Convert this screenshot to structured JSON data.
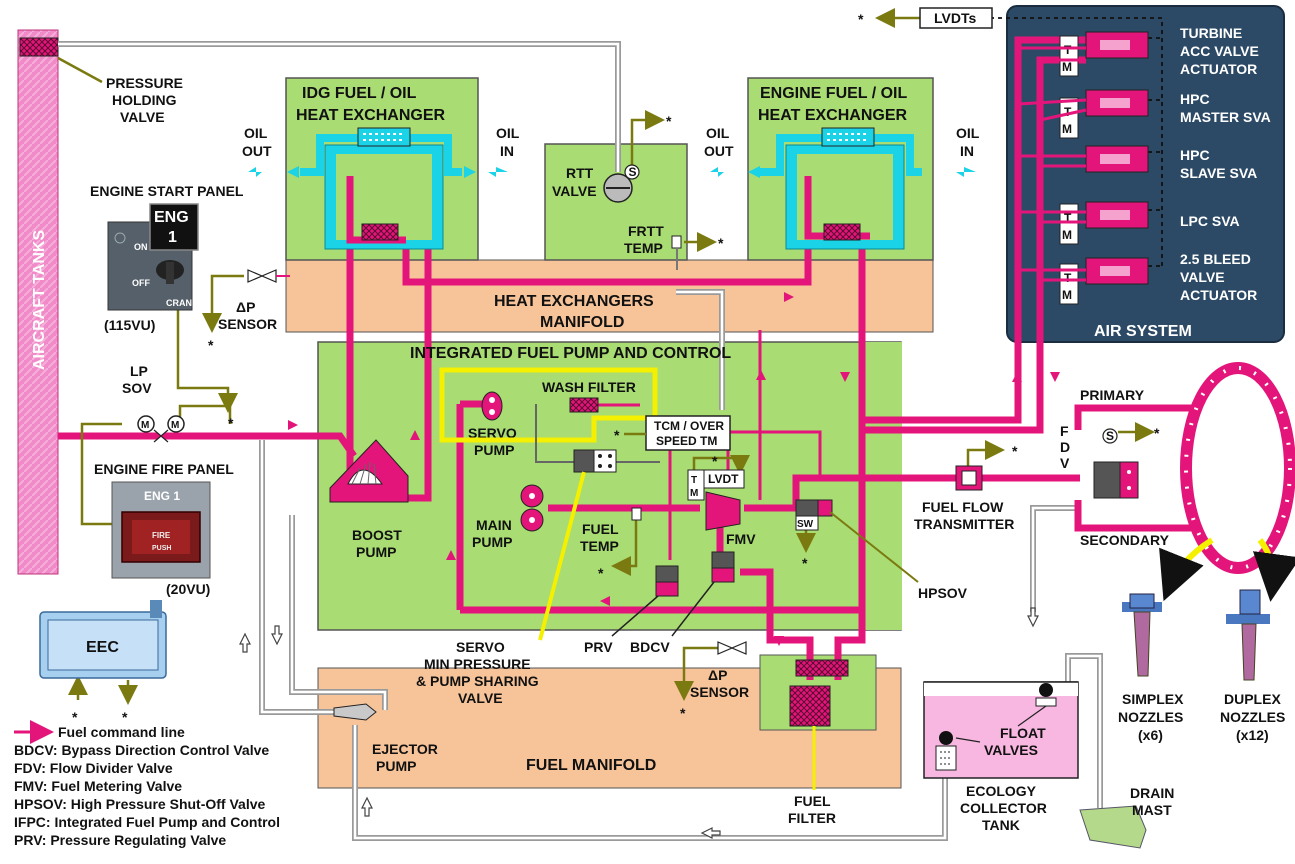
{
  "labels": {
    "aircraft_tanks": "AIRCRAFT TANKS",
    "pressure_holding_valve_1": "PRESSURE",
    "pressure_holding_valve_2": "HOLDING",
    "pressure_holding_valve_3": "VALVE",
    "engine_start_panel": "ENGINE START PANEL",
    "eng_button_1": "ENG",
    "eng_button_2": "1",
    "switch_on": "ON",
    "switch_off": "OFF",
    "switch_crank": "CRANK",
    "panel_115vu": "(115VU)",
    "lp_sov_1": "LP",
    "lp_sov_2": "SOV",
    "engine_fire_panel": "ENGINE FIRE PANEL",
    "fire_panel_eng1": "ENG 1",
    "fire_text": "FIRE",
    "push_text": "PUSH",
    "panel_20vu": "(20VU)",
    "eec": "EEC",
    "idg_hx_1": "IDG FUEL / OIL",
    "idg_hx_2": "HEAT EXCHANGER",
    "engine_hx_1": "ENGINE FUEL / OIL",
    "engine_hx_2": "HEAT EXCHANGER",
    "oil_out_1": "OIL",
    "oil_out_2": "OUT",
    "oil_in_1": "OIL",
    "oil_in_2": "IN",
    "rtt_valve_1": "RTT",
    "rtt_valve_2": "VALVE",
    "frtt_temp_1": "FRTT",
    "frtt_temp_2": "TEMP",
    "dp_sensor_1": "ΔP",
    "dp_sensor_2": "SENSOR",
    "hx_manifold_1": "HEAT EXCHANGERS",
    "hx_manifold_2": "MANIFOLD",
    "ifpc": "INTEGRATED FUEL PUMP AND CONTROL",
    "wash_filter": "WASH FILTER",
    "servo_pump_1": "SERVO",
    "servo_pump_2": "PUMP",
    "tcm_1": "TCM / OVER",
    "tcm_2": "SPEED TM",
    "main_pump_1": "MAIN",
    "main_pump_2": "PUMP",
    "fuel_temp_1": "FUEL",
    "fuel_temp_2": "TEMP",
    "boost_pump_1": "BOOST",
    "boost_pump_2": "PUMP",
    "tm": "T M",
    "lvdt": "LVDT",
    "fmv": "FMV",
    "sw": "SW",
    "hpsov": "HPSOV",
    "prv": "PRV",
    "bdcv": "BDCV",
    "servo_valve_1": "SERVO",
    "servo_valve_2": "MIN PRESSURE",
    "servo_valve_3": "& PUMP SHARING",
    "servo_valve_4": "VALVE",
    "fuel_filter_1": "FUEL",
    "fuel_filter_2": "FILTER",
    "fuel_manifold": "FUEL MANIFOLD",
    "ejector_pump_1": "EJECTOR",
    "ejector_pump_2": "PUMP",
    "fuel_flow_tx_1": "FUEL FLOW",
    "fuel_flow_tx_2": "TRANSMITTER",
    "primary": "PRIMARY",
    "secondary": "SECONDARY",
    "fdv": "F D V",
    "s": "S",
    "lvdts": "LVDTs",
    "air_system": "AIR SYSTEM",
    "turbine_acc_1": "TURBINE",
    "turbine_acc_2": "ACC VALVE",
    "turbine_acc_3": "ACTUATOR",
    "hpc_master_1": "HPC",
    "hpc_master_2": "MASTER SVA",
    "hpc_slave_1": "HPC",
    "hpc_slave_2": "SLAVE SVA",
    "lpc_sva": "LPC SVA",
    "bleed_1": "2.5 BLEED",
    "bleed_2": "VALVE",
    "bleed_3": "ACTUATOR",
    "simplex_1": "SIMPLEX",
    "simplex_2": "NOZZLES",
    "simplex_3": "(x6)",
    "duplex_1": "DUPLEX",
    "duplex_2": "NOZZLES",
    "duplex_3": "(x12)",
    "float_valves_1": "FLOAT",
    "float_valves_2": "VALVES",
    "ecology_1": "ECOLOGY",
    "ecology_2": "COLLECTOR",
    "ecology_3": "TANK",
    "drain_mast_1": "DRAIN",
    "drain_mast_2": "MAST",
    "asterisk": "*"
  },
  "legend": {
    "fuel_command_line": "Fuel command line",
    "items": [
      "BDCV: Bypass Direction Control Valve",
      "FDV: Flow Divider Valve",
      "FMV: Fuel Metering Valve",
      "HPSOV: High Pressure Shut-Off Valve",
      "IFPC: Integrated Fuel Pump and Control",
      "PRV: Pressure Regulating Valve"
    ]
  },
  "colors": {
    "fuel": "#e4157a",
    "oil": "#1ad3e6",
    "green_box": "#a9dc72",
    "manifold": "#f7c49a",
    "air_system": "#2c4a66",
    "olive_signal": "#7a7a10",
    "highlight": "#f4f000",
    "tank": "#f7b7e0"
  }
}
